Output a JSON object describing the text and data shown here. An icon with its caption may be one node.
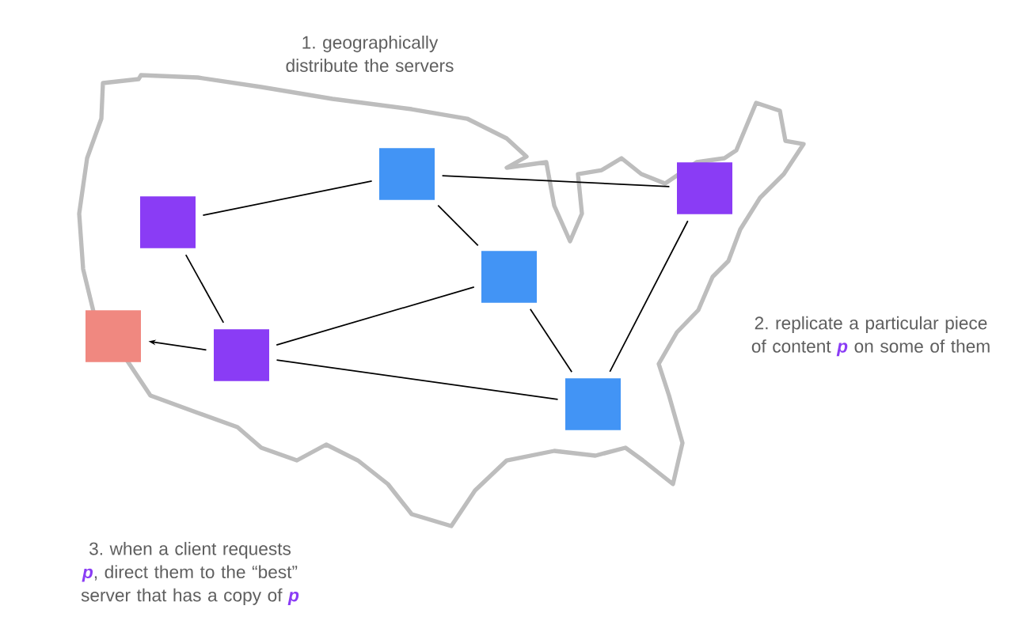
{
  "diagram": {
    "nodes": [
      {
        "text": [],
        "shape": "box"
      },
      {
        "text": [],
        "shape": "box"
      },
      {
        "text": [],
        "shape": "box"
      },
      {
        "text": [],
        "shape": "box"
      },
      {
        "text": [],
        "shape": "box"
      },
      {
        "text": [],
        "shape": "box"
      },
      {
        "text": [],
        "shape": "box"
      }
    ],
    "edges": [
      {
        "from": 2,
        "to": 0,
        "arrow": "none"
      },
      {
        "from": 0,
        "to": 1,
        "arrow": "none"
      },
      {
        "from": 0,
        "to": 3,
        "arrow": "none"
      },
      {
        "from": 2,
        "to": 5,
        "arrow": "none"
      },
      {
        "from": 5,
        "to": 3,
        "arrow": "none"
      },
      {
        "from": 5,
        "to": 6,
        "arrow": "none"
      },
      {
        "from": 3,
        "to": 6,
        "arrow": "none"
      },
      {
        "from": 1,
        "to": 6,
        "arrow": "none"
      },
      {
        "from": 5,
        "to": 4,
        "arrow": "to"
      }
    ],
    "labels": [
      "1. geographically distribute the servers",
      "2. replicate a particular piece of content **p** on some of them",
      "3. when a client requests **p**, direct them to the “best” server that has a copy of **p**"
    ]
  }
}
